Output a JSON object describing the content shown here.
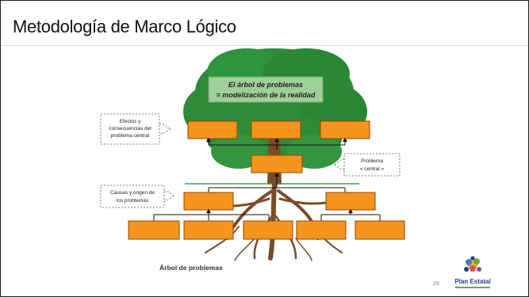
{
  "slide": {
    "title": "Metodología de Marco Lógico",
    "caption": "Árbol de problemas",
    "page_number": "29",
    "logo_text": "Plan Estatal"
  },
  "diagram": {
    "canopy_banner": {
      "line1": "El árbol de problemas",
      "line2": "= modelización de la realidad"
    },
    "callouts": {
      "effects": [
        "Efectos y",
        "consecuencias del",
        "problema central"
      ],
      "causes": [
        "Causas y origen de",
        "los problemas"
      ],
      "central": [
        "Problema",
        "« central »"
      ]
    }
  },
  "colors": {
    "box_fill": "#f7941d",
    "box_stroke": "#8a4a00",
    "canopy": "#2e8b3a",
    "trunk": "#7a4b2a",
    "line": "#111111"
  }
}
